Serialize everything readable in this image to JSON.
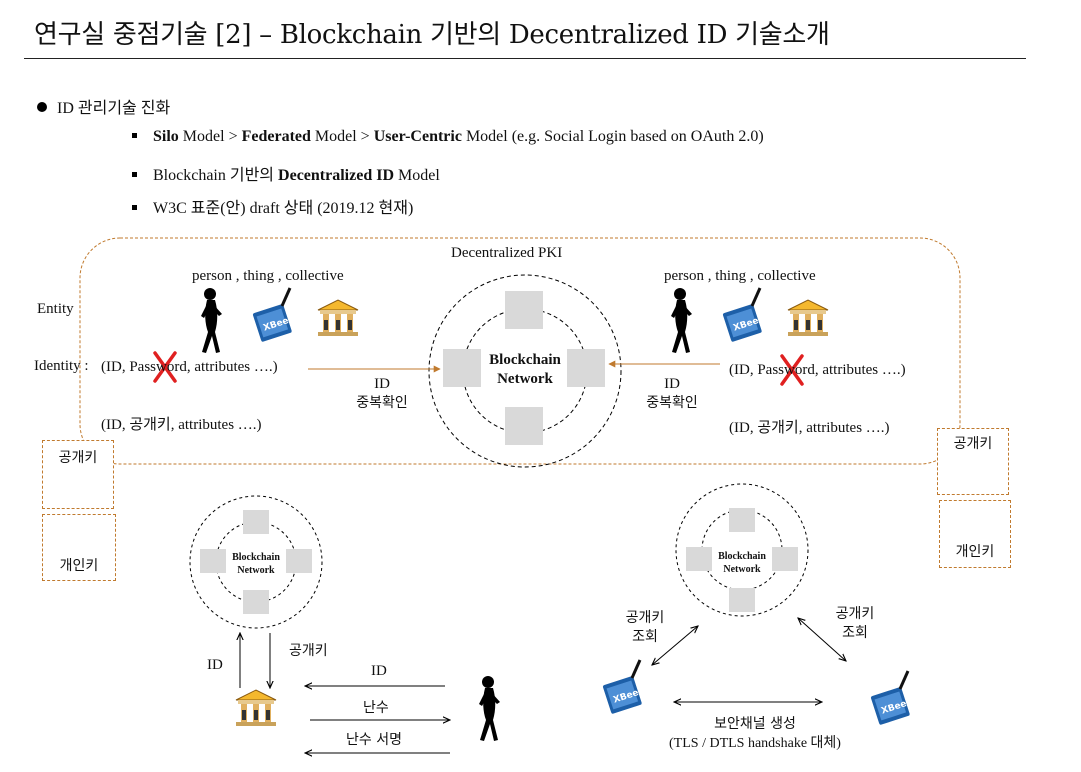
{
  "page": {
    "title": "연구실 중점기술 [2] – Blockchain 기반의 Decentralized ID 기술소개"
  },
  "bullet": {
    "main": "ID 관리기술 진화"
  },
  "subs": [
    {
      "b1": "Silo",
      "t1": " Model  >  ",
      "b2": "Federated",
      "t2": " Model  >  ",
      "b3": "User-Centric",
      "t3": " Model (e.g. Social Login based on OAuth 2.0)"
    },
    {
      "t1": "Blockchain 기반의 ",
      "b1": "Decentralized ID",
      "t2": " Model"
    },
    {
      "t1": "W3C 표준(안) draft 상태 (2019.12 현재)"
    }
  ],
  "upper": {
    "pki_label": "Decentralized PKI",
    "entity_label": "Entity",
    "entities_left": "person ,  thing , collective",
    "entities_right": "person ,  thing , collective",
    "identity_label": "Identity :",
    "identity_old_left": "(ID,  Password,  attributes ….)",
    "identity_new_left": "(ID,  공개키,  attributes ….)",
    "identity_old_right": "(ID,  Password,  attributes ….)",
    "identity_new_right": "(ID,  공개키,  attributes ….)",
    "blockchain_line1": "Blockchain",
    "blockchain_line2": "Network",
    "id_check_left_1": "ID",
    "id_check_left_2": "중복확인",
    "id_check_right_1": "ID",
    "id_check_right_2": "중복확인"
  },
  "keys": {
    "public_left": "공개키",
    "private_left": "개인키",
    "public_right": "공개키",
    "private_right": "개인키"
  },
  "lower_left": {
    "bc_line1": "Blockchain",
    "bc_line2": "Network",
    "up_label": "ID",
    "down_label": "공개키",
    "msg1": "ID",
    "msg2": "난수",
    "msg3": "난수 서명"
  },
  "lower_right": {
    "bc_line1": "Blockchain",
    "bc_line2": "Network",
    "left_lookup_1": "공개키",
    "left_lookup_2": "조회",
    "right_lookup_1": "공개키",
    "right_lookup_2": "조회",
    "channel_1": "보안채널 생성",
    "channel_2": "(TLS / DTLS handshake 대체)"
  },
  "colors": {
    "accent_orange": "#c07a2e",
    "cross_red": "#e02020",
    "node_gray": "#d9d9d9"
  }
}
